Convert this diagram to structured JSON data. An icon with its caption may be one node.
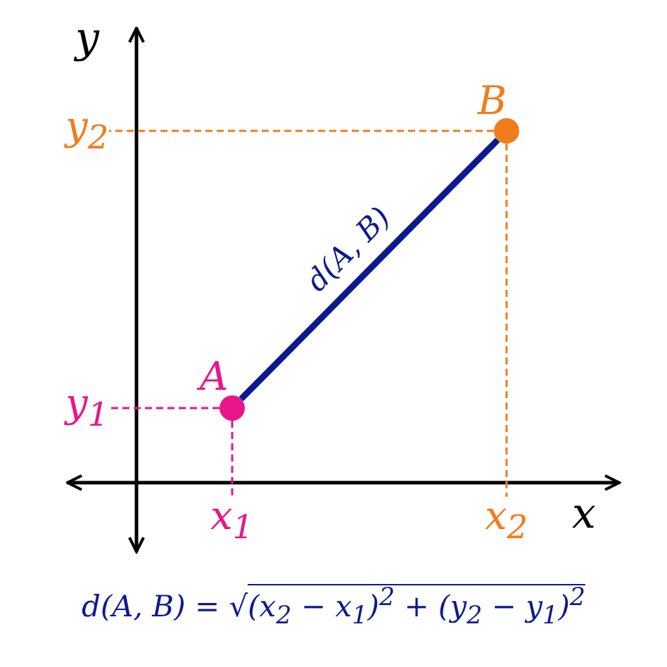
{
  "diagram": {
    "caption": "d(A, B) = √(x$_{2}$ − x$_{1}$)$^{2}$ + (y$_{2}$ − y$_{1}$)$^{2}$",
    "nodes": [
      {
        "text": [],
        "shape": "circle",
        "beside": [
          "A"
        ]
      },
      {
        "text": [],
        "shape": "circle",
        "beside": [
          "B"
        ]
      },
      {
        "text": [
          "y$_{1}$"
        ]
      },
      {
        "text": [
          "x$_{1}$"
        ]
      },
      {
        "text": [
          "y$_{2}$"
        ]
      },
      {
        "text": [
          "x$_{2}$"
        ]
      }
    ],
    "edges": [
      {
        "from": 0,
        "to": 1,
        "arrow": "none",
        "label": "d(A, B)",
        "style": "thick",
        "color": "#0c1a8f"
      },
      {
        "from": 0,
        "to": 2,
        "arrow": "none",
        "style": "dashed",
        "color": "#e8168a"
      },
      {
        "from": 0,
        "to": 3,
        "arrow": "none",
        "style": "dashed",
        "color": "#e8168a"
      },
      {
        "from": 1,
        "to": 4,
        "arrow": "none",
        "style": "dashed",
        "color": "#f07c1c"
      },
      {
        "from": 1,
        "to": 5,
        "arrow": "none",
        "style": "dashed",
        "color": "#f07c1c"
      }
    ],
    "labels": [
      "y",
      "x"
    ]
  }
}
